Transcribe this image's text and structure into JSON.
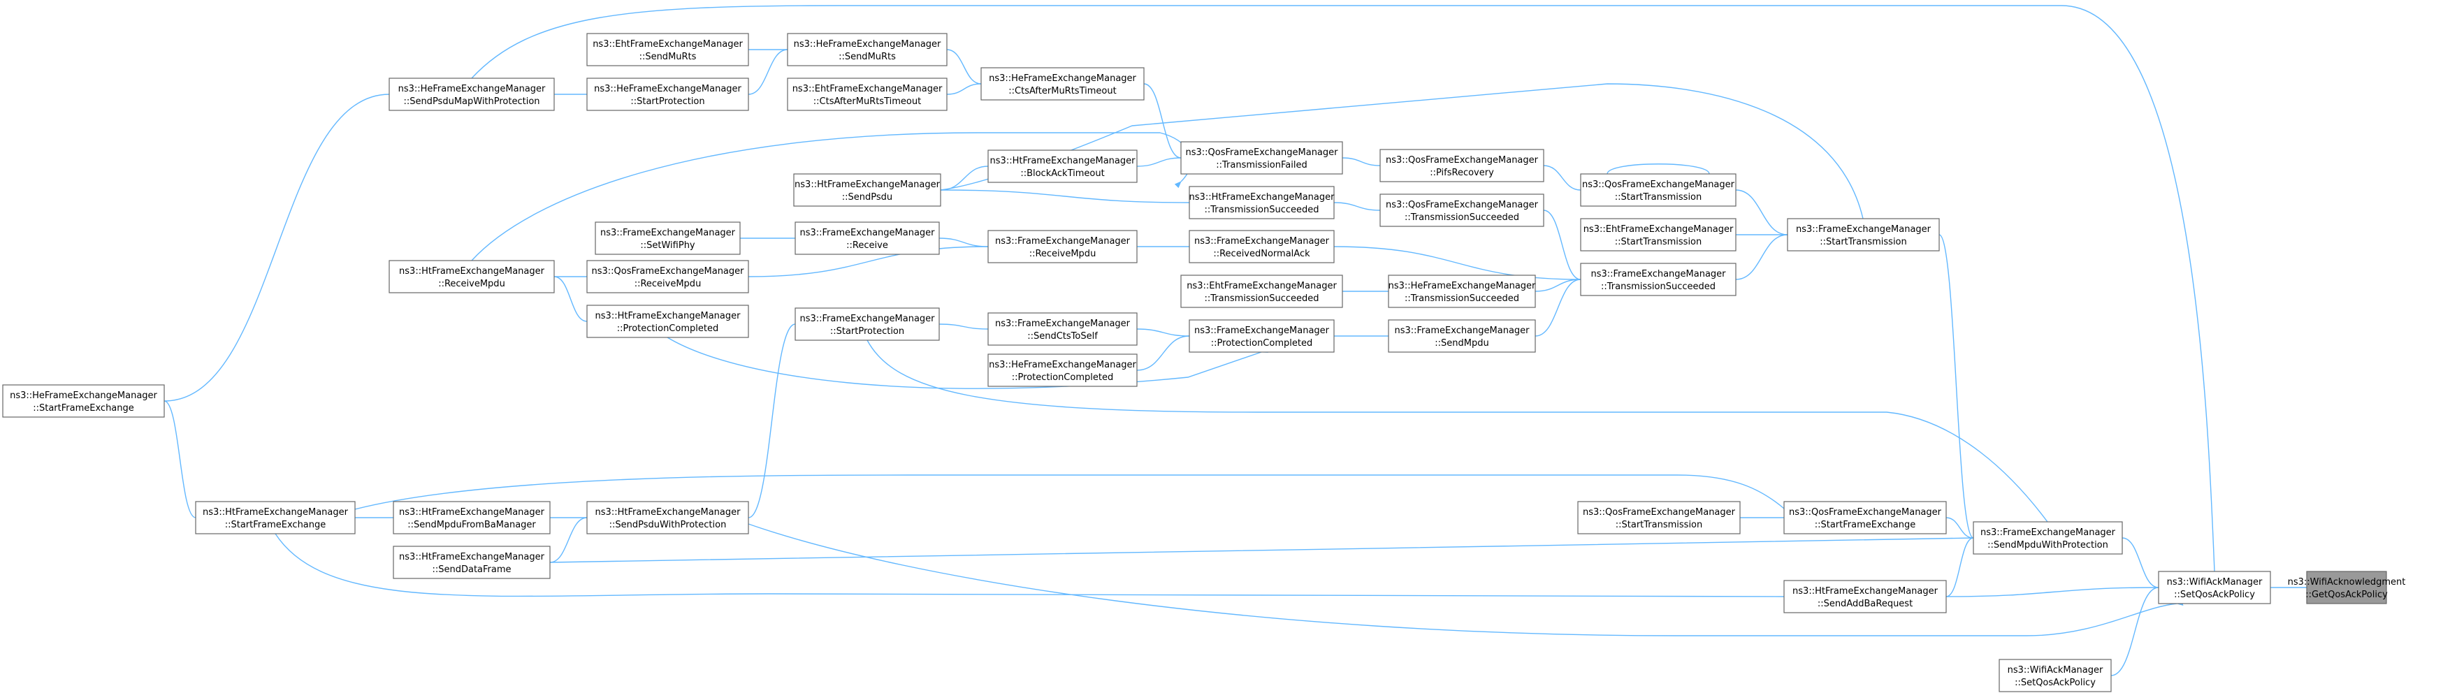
{
  "nodes": [
    {
      "id": "getqos",
      "line1": "ns3::WifiAcknowledgment",
      "line2": "::GetQosAckPolicy",
      "highlight": true
    },
    {
      "id": "setqos",
      "line1": "ns3::WifiAckManager",
      "line2": "::SetQosAckPolicy"
    },
    {
      "id": "setqos2",
      "line1": "ns3::WifiAckManager",
      "line2": "::SetQosAckPolicy"
    },
    {
      "id": "sendmpdu_wp",
      "line1": "ns3::FrameExchangeManager",
      "line2": "::SendMpduWithProtection"
    },
    {
      "id": "qos_sfe",
      "line1": "ns3::QosFrameExchangeManager",
      "line2": "::StartFrameExchange"
    },
    {
      "id": "qos_st_b",
      "line1": "ns3::QosFrameExchangeManager",
      "line2": "::StartTransmission"
    },
    {
      "id": "ht_addba",
      "line1": "ns3::HtFrameExchangeManager",
      "line2": "::SendAddBaRequest"
    },
    {
      "id": "fem_st",
      "line1": "ns3::FrameExchangeManager",
      "line2": "::StartTransmission"
    },
    {
      "id": "qos_st",
      "line1": "ns3::QosFrameExchangeManager",
      "line2": "::StartTransmission"
    },
    {
      "id": "eht_st",
      "line1": "ns3::EhtFrameExchangeManager",
      "line2": "::StartTransmission"
    },
    {
      "id": "fem_ts",
      "line1": "ns3::FrameExchangeManager",
      "line2": "::TransmissionSucceeded"
    },
    {
      "id": "qos_pifs",
      "line1": "ns3::QosFrameExchangeManager",
      "line2": "::PifsRecovery"
    },
    {
      "id": "qos_ts",
      "line1": "ns3::QosFrameExchangeManager",
      "line2": "::TransmissionSucceeded"
    },
    {
      "id": "he_ts",
      "line1": "ns3::HeFrameExchangeManager",
      "line2": "::TransmissionSucceeded"
    },
    {
      "id": "fem_sendmpdu",
      "line1": "ns3::FrameExchangeManager",
      "line2": "::SendMpdu"
    },
    {
      "id": "qos_tf",
      "line1": "ns3::QosFrameExchangeManager",
      "line2": "::TransmissionFailed"
    },
    {
      "id": "ht_ts",
      "line1": "ns3::HtFrameExchangeManager",
      "line2": "::TransmissionSucceeded"
    },
    {
      "id": "fem_rna",
      "line1": "ns3::FrameExchangeManager",
      "line2": "::ReceivedNormalAck"
    },
    {
      "id": "eht_ts",
      "line1": "ns3::EhtFrameExchangeManager",
      "line2": "::TransmissionSucceeded"
    },
    {
      "id": "fem_pc",
      "line1": "ns3::FrameExchangeManager",
      "line2": "::ProtectionCompleted"
    },
    {
      "id": "he_ctsto",
      "line1": "ns3::HeFrameExchangeManager",
      "line2": "::CtsAfterMuRtsTimeout"
    },
    {
      "id": "ht_bat",
      "line1": "ns3::HtFrameExchangeManager",
      "line2": "::BlockAckTimeout"
    },
    {
      "id": "fem_rxmpdu",
      "line1": "ns3::FrameExchangeManager",
      "line2": "::ReceiveMpdu"
    },
    {
      "id": "fem_cts",
      "line1": "ns3::FrameExchangeManager",
      "line2": "::SendCtsToSelf"
    },
    {
      "id": "he_pc",
      "line1": "ns3::HeFrameExchangeManager",
      "line2": "::ProtectionCompleted"
    },
    {
      "id": "he_smurts",
      "line1": "ns3::HeFrameExchangeManager",
      "line2": "::SendMuRts"
    },
    {
      "id": "eht_ctsto",
      "line1": "ns3::EhtFrameExchangeManager",
      "line2": "::CtsAfterMuRtsTimeout"
    },
    {
      "id": "ht_sendpsdu",
      "line1": "ns3::HtFrameExchangeManager",
      "line2": "::SendPsdu"
    },
    {
      "id": "fem_receive",
      "line1": "ns3::FrameExchangeManager",
      "line2": "::Receive"
    },
    {
      "id": "fem_sp",
      "line1": "ns3::FrameExchangeManager",
      "line2": "::StartProtection"
    },
    {
      "id": "eht_smurts",
      "line1": "ns3::EhtFrameExchangeManager",
      "line2": "::SendMuRts"
    },
    {
      "id": "he_sp",
      "line1": "ns3::HeFrameExchangeManager",
      "line2": "::StartProtection"
    },
    {
      "id": "fem_swp",
      "line1": "ns3::FrameExchangeManager",
      "line2": "::SetWifiPhy"
    },
    {
      "id": "qos_rxmpdu",
      "line1": "ns3::QosFrameExchangeManager",
      "line2": "::ReceiveMpdu"
    },
    {
      "id": "ht_pc",
      "line1": "ns3::HtFrameExchangeManager",
      "line2": "::ProtectionCompleted"
    },
    {
      "id": "ht_spwp",
      "line1": "ns3::HtFrameExchangeManager",
      "line2": "::SendPsduWithProtection"
    },
    {
      "id": "he_spmwp",
      "line1": "ns3::HeFrameExchangeManager",
      "line2": "::SendPsduMapWithProtection"
    },
    {
      "id": "ht_rxmpdu",
      "line1": "ns3::HtFrameExchangeManager",
      "line2": "::ReceiveMpdu"
    },
    {
      "id": "ht_sfe",
      "line1": "ns3::HtFrameExchangeManager",
      "line2": "::StartFrameExchange"
    },
    {
      "id": "ht_smpdufba",
      "line1": "ns3::HtFrameExchangeManager",
      "line2": "::SendMpduFromBaManager"
    },
    {
      "id": "ht_sdf",
      "line1": "ns3::HtFrameExchangeManager",
      "line2": "::SendDataFrame"
    },
    {
      "id": "he_sfe",
      "line1": "ns3::HeFrameExchangeManager",
      "line2": "::StartFrameExchange"
    }
  ]
}
